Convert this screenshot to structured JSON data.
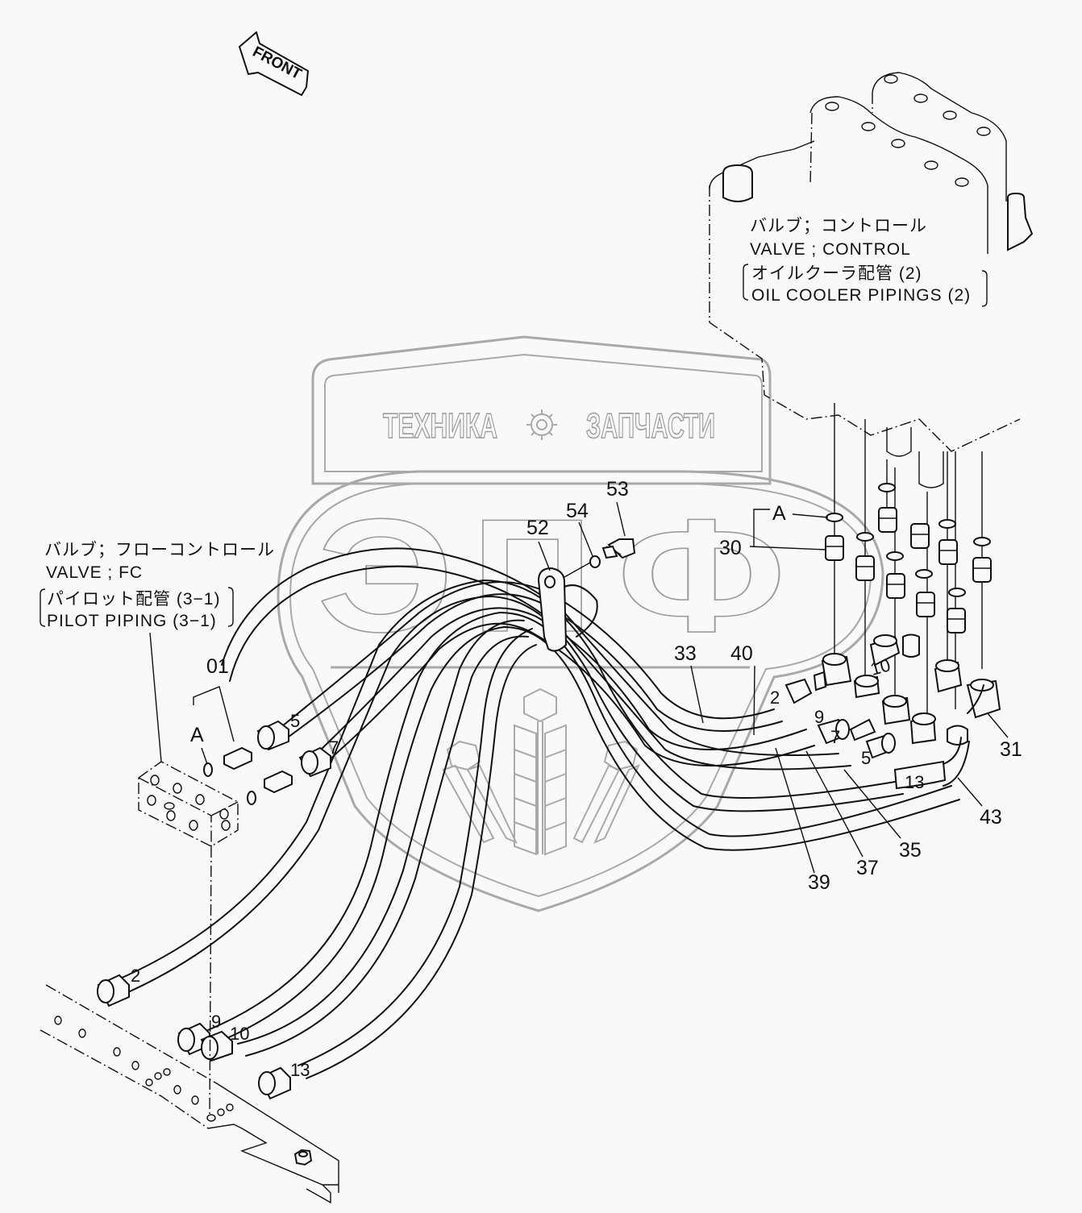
{
  "diagram": {
    "title_front_arrow": "FRONT",
    "watermark": {
      "top_left": "ТЕХНИКА",
      "top_right": "ЗАПЧАСТИ",
      "big_letters": [
        "Э",
        "П",
        "Ф"
      ],
      "gear_icon": "gear-icon",
      "colors": {
        "outline": "#a9a9a9"
      }
    },
    "notes": {
      "control_valve": {
        "jp": "バルブ；コントロール",
        "en": "VALVE ; CONTROL",
        "sub_jp": "オイルクーラ配管 (2)",
        "sub_en": "OIL COOLER PIPINGS (2)"
      },
      "fc_valve": {
        "jp": "バルブ；フローコントロール",
        "en": "VALVE ; FC",
        "sub_jp": "パイロット配管 (3−1)",
        "sub_en": "PILOT PIPING (3−1)"
      }
    },
    "callouts": {
      "c01": "01",
      "cA_left": "A",
      "cA_right": "A",
      "c30": "30",
      "c31": "31",
      "c33": "33",
      "c35": "35",
      "c37": "37",
      "c39": "39",
      "c40": "40",
      "c43": "43",
      "c52": "52",
      "c53": "53",
      "c54": "54"
    },
    "hose_tags": {
      "left_5": "5",
      "left_7": "7",
      "left_2": "2",
      "left_9": "9",
      "left_10": "10",
      "left_13": "13",
      "right_2": "2",
      "right_9": "9",
      "right_7": "7",
      "right_5": "5",
      "right_13": "13",
      "right_10": "10"
    },
    "colors": {
      "line": "#111111",
      "background": "#f8f9f8"
    }
  }
}
